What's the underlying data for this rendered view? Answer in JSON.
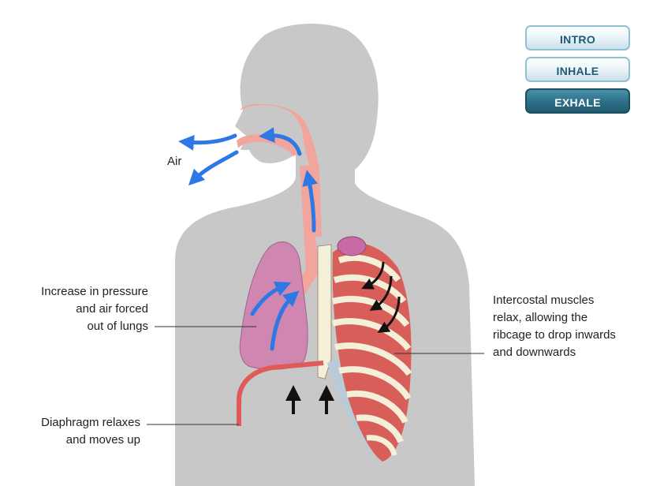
{
  "buttons": {
    "intro": "INTRO",
    "inhale": "INHALE",
    "exhale": "EXHALE",
    "active": "exhale"
  },
  "labels": {
    "air": "Air",
    "lungs": [
      "Increase in pressure",
      "and air forced",
      "out of lungs"
    ],
    "diaphragm": [
      "Diaphragm relaxes",
      "and moves up"
    ],
    "intercostal": [
      "Intercostal muscles",
      "relax, allowing the",
      "ribcage to drop inwards",
      "and downwards"
    ]
  },
  "colors": {
    "body": "#c8c8c8",
    "airway": "#f2a59c",
    "lung": "#cf86b0",
    "muscle": "#d85e5a",
    "rib": "#f4efd8",
    "cartilage": "#b9cbd8",
    "diaphragm": "#e05a57",
    "airflow_arrow": "#2e78e6",
    "movement_arrow": "#111111"
  },
  "icons": {
    "airflow": "blue-curved-arrow",
    "diaphragm_movement": "black-up-arrow",
    "rib_movement": "black-curved-down-arrow"
  }
}
